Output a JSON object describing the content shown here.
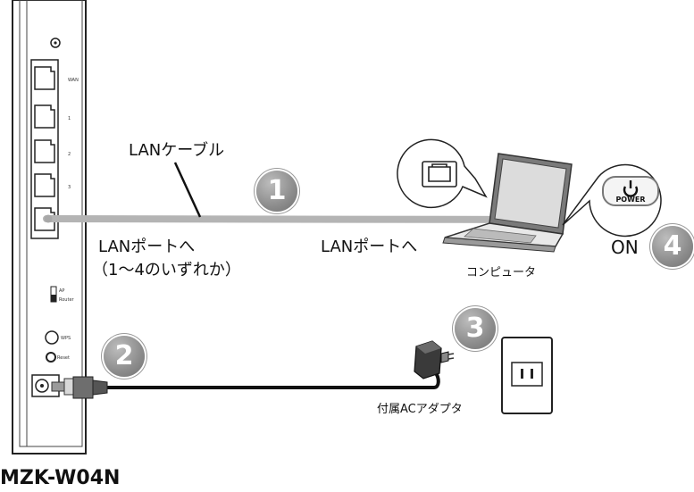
{
  "device": {
    "model": "MZK-W04N",
    "port_labels": {
      "wan": "WAN",
      "p1": "1",
      "p2": "2",
      "p3": "3"
    },
    "switch_labels": {
      "ap": "AP",
      "router": "Router"
    },
    "button_labels": {
      "wps": "WPS",
      "reset": "Reset"
    }
  },
  "labels": {
    "lan_cable": "LANケーブル",
    "lan_port_router": "LANポートへ",
    "lan_port_router_note": "（1〜4のいずれか）",
    "lan_port_pc": "LANポートへ",
    "computer": "コンピュータ",
    "adapter": "付属ACアダプタ",
    "on": "ON",
    "power": "POWER"
  },
  "steps": [
    "1",
    "2",
    "3",
    "4"
  ]
}
